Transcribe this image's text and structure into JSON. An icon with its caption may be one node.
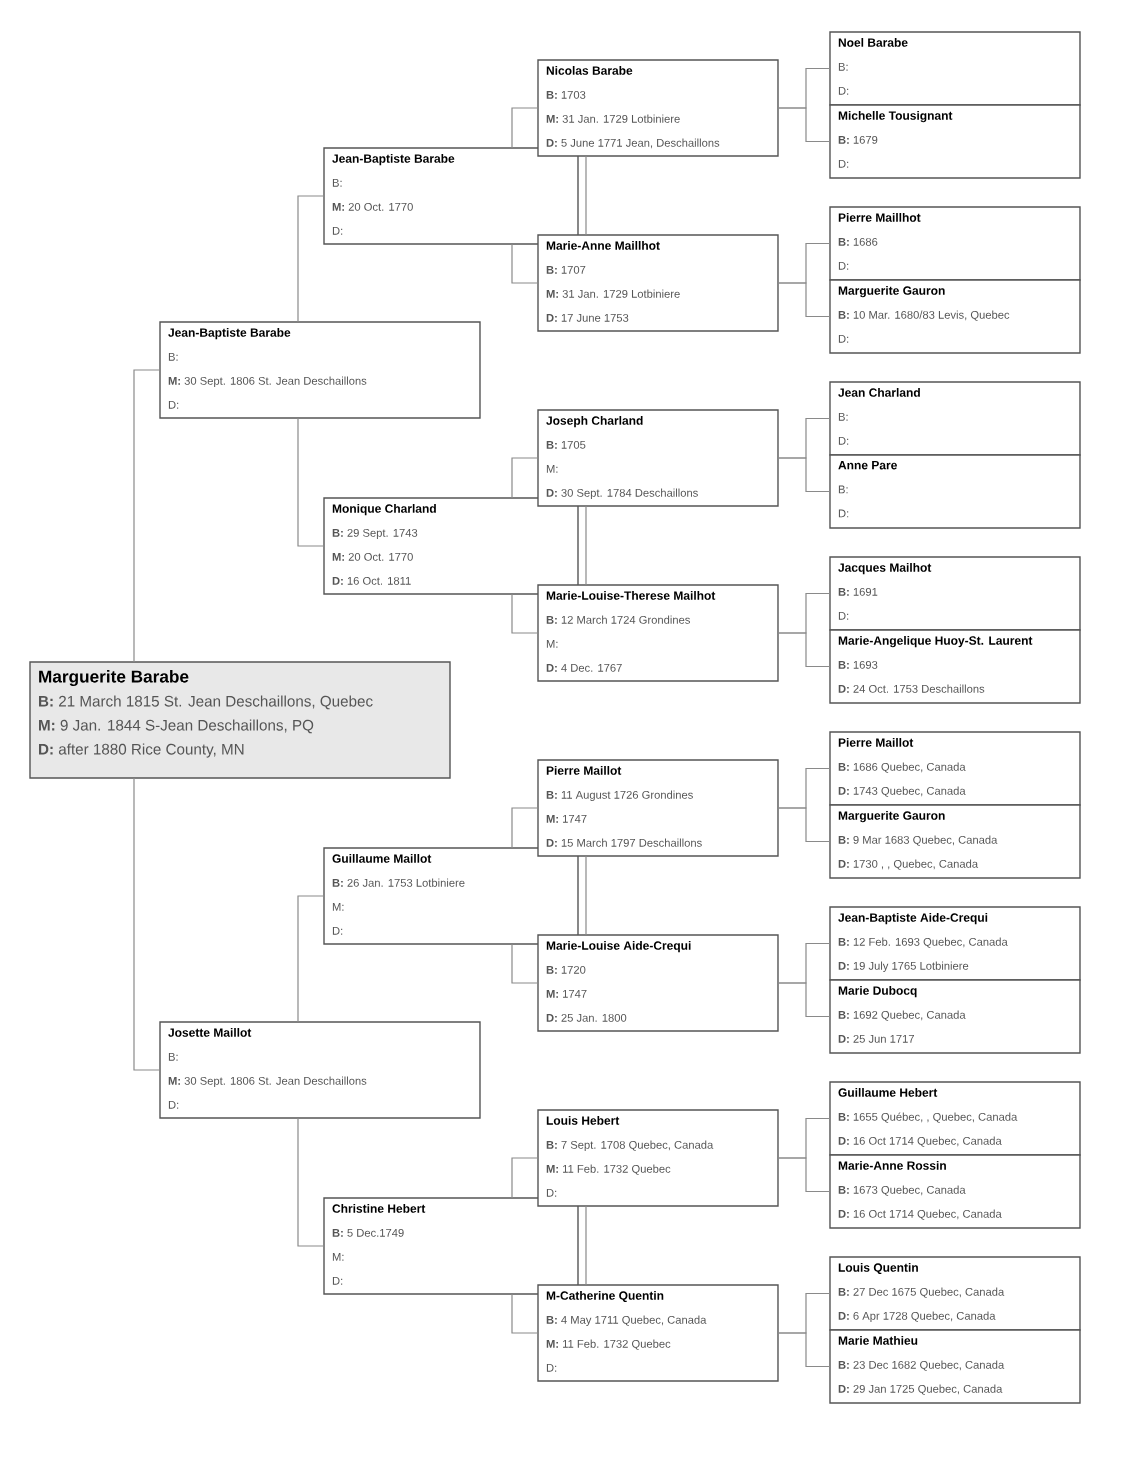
{
  "diagram": {
    "nodes": [
      {
        "text": [
          "Marguerite Barabe",
          "**B:** 21 March 1815 St. Jean Deschaillons, Quebec",
          "**M:** 9 Jan. 1844 S-Jean Deschaillons, PQ",
          "**D:** after 1880 Rice County, MN"
        ]
      },
      {
        "text": [
          "Jean-Baptiste Barabe",
          "B:",
          "**M:** 30 Sept. 1806 St. Jean Deschaillons",
          "D:"
        ]
      },
      {
        "text": [
          "Jean-Baptiste Barabe",
          "B:",
          "**M:** 20 Oct. 1770",
          "D:"
        ]
      },
      {
        "text": [
          "Nicolas Barabe",
          "**B:** 1703",
          "**M:** 31 Jan. 1729 Lotbiniere",
          "**D:** 5 June 1771 Jean, Deschaillons"
        ]
      },
      {
        "text": [
          "Noel Barabe",
          "B:",
          "D:"
        ]
      },
      {
        "text": [
          "Michelle Tousignant",
          "**B:** 1679",
          "D:"
        ]
      },
      {
        "text": [
          "Marie-Anne Maillhot",
          "**B:** 1707",
          "**M:** 31 Jan. 1729 Lotbiniere",
          "**D:** 17 June 1753"
        ]
      },
      {
        "text": [
          "Pierre Maillhot",
          "**B:** 1686",
          "D:"
        ]
      },
      {
        "text": [
          "Marguerite Gauron",
          "**B:** 10 Mar. 1680/83 Levis, Quebec",
          "D:"
        ]
      },
      {
        "text": [
          "Monique Charland",
          "**B:** 29 Sept. 1743",
          "**M:** 20 Oct. 1770",
          "**D:** 16 Oct. 1811"
        ]
      },
      {
        "text": [
          "Joseph Charland",
          "**B:** 1705",
          "M:",
          "**D:** 30 Sept. 1784 Deschaillons"
        ]
      },
      {
        "text": [
          "Jean Charland",
          "B:",
          "D:"
        ]
      },
      {
        "text": [
          "Anne Pare",
          "B:",
          "D:"
        ]
      },
      {
        "text": [
          "Marie-Louise-Therese Mailhot",
          "**B:** 12 March 1724 Grondines",
          "M:",
          "**D:** 4 Dec. 1767"
        ]
      },
      {
        "text": [
          "Jacques Mailhot",
          "**B:** 1691",
          "D:"
        ]
      },
      {
        "text": [
          "Marie-Angelique Huoy-St. Laurent",
          "**B:** 1693",
          "**D:** 24 Oct. 1753 Deschaillons"
        ]
      },
      {
        "text": [
          "Josette Maillot",
          "B:",
          "**M:** 30 Sept. 1806 St. Jean Deschaillons",
          "D:"
        ]
      },
      {
        "text": [
          "Guillaume Maillot",
          "**B:** 26 Jan. 1753 Lotbiniere",
          "M:",
          "D:"
        ]
      },
      {
        "text": [
          "Pierre Maillot",
          "**B:** 11 August 1726 Grondines",
          "**M:** 1747",
          "**D:** 15 March 1797 Deschaillons"
        ]
      },
      {
        "text": [
          "Pierre Maillot",
          "**B:** 1686 Quebec, Canada",
          "**D:** 1743 Quebec, Canada"
        ]
      },
      {
        "text": [
          "Marguerite Gauron",
          "**B:** 9 Mar 1683 Quebec, Canada",
          "**D:** 1730 , , Quebec, Canada"
        ]
      },
      {
        "text": [
          "Marie-Louise Aide-Crequi",
          "**B:** 1720",
          "**M:** 1747",
          "**D:** 25 Jan. 1800"
        ]
      },
      {
        "text": [
          "Jean-Baptiste Aide-Crequi",
          "**B:** 12 Feb. 1693 Quebec, Canada",
          "**D:** 19 July 1765 Lotbiniere"
        ]
      },
      {
        "text": [
          "Marie Dubocq",
          "**B:** 1692 Quebec, Canada",
          "**D:** 25 Jun 1717"
        ]
      },
      {
        "text": [
          "Christine Hebert",
          "**B:** 5 Dec.1749",
          "M:",
          "D:"
        ]
      },
      {
        "text": [
          "Louis Hebert",
          "**B:** 7 Sept. 1708 Quebec, Canada",
          "**M:** 11 Feb. 1732 Quebec",
          "D:"
        ]
      },
      {
        "text": [
          "Guillaume Hebert",
          "**B:** 1655 Québec, , Quebec, Canada",
          "**D:** 16 Oct 1714 Quebec, Canada"
        ]
      },
      {
        "text": [
          "Marie-Anne Rossin",
          "**B:** 1673 Quebec, Canada",
          "**D:** 16 Oct 1714 Quebec, Canada"
        ]
      },
      {
        "text": [
          "M-Catherine Quentin",
          "**B:** 4 May 1711 Quebec, Canada",
          "**M:** 11 Feb. 1732 Quebec",
          "D:"
        ]
      },
      {
        "text": [
          "Louis Quentin",
          "**B:** 27 Dec 1675 Quebec, Canada",
          "**D:** 6 Apr 1728 Quebec, Canada"
        ]
      },
      {
        "text": [
          "Marie Mathieu",
          "**B:** 23 Dec 1682 Quebec, Canada",
          "**D:** 29 Jan 1725 Quebec, Canada"
        ]
      }
    ],
    "edges": [
      {
        "from": 0,
        "to": 1,
        "arrow": "none"
      },
      {
        "from": 0,
        "to": 16,
        "arrow": "none"
      },
      {
        "from": 1,
        "to": 2,
        "arrow": "none"
      },
      {
        "from": 1,
        "to": 9,
        "arrow": "none"
      },
      {
        "from": 16,
        "to": 17,
        "arrow": "none"
      },
      {
        "from": 16,
        "to": 24,
        "arrow": "none"
      },
      {
        "from": 2,
        "to": 3,
        "arrow": "none"
      },
      {
        "from": 2,
        "to": 6,
        "arrow": "none"
      },
      {
        "from": 9,
        "to": 10,
        "arrow": "none"
      },
      {
        "from": 9,
        "to": 13,
        "arrow": "none"
      },
      {
        "from": 17,
        "to": 18,
        "arrow": "none"
      },
      {
        "from": 17,
        "to": 21,
        "arrow": "none"
      },
      {
        "from": 24,
        "to": 25,
        "arrow": "none"
      },
      {
        "from": 24,
        "to": 28,
        "arrow": "none"
      },
      {
        "from": 3,
        "to": 6,
        "arrow": "none"
      },
      {
        "from": 10,
        "to": 13,
        "arrow": "none"
      },
      {
        "from": 18,
        "to": 21,
        "arrow": "none"
      },
      {
        "from": 25,
        "to": 28,
        "arrow": "none"
      },
      {
        "from": 3,
        "to": 4,
        "arrow": "none"
      },
      {
        "from": 3,
        "to": 5,
        "arrow": "none"
      },
      {
        "from": 6,
        "to": 7,
        "arrow": "none"
      },
      {
        "from": 6,
        "to": 8,
        "arrow": "none"
      },
      {
        "from": 10,
        "to": 11,
        "arrow": "none"
      },
      {
        "from": 10,
        "to": 12,
        "arrow": "none"
      },
      {
        "from": 13,
        "to": 14,
        "arrow": "none"
      },
      {
        "from": 13,
        "to": 15,
        "arrow": "none"
      },
      {
        "from": 18,
        "to": 19,
        "arrow": "none"
      },
      {
        "from": 18,
        "to": 20,
        "arrow": "none"
      },
      {
        "from": 21,
        "to": 22,
        "arrow": "none"
      },
      {
        "from": 21,
        "to": 23,
        "arrow": "none"
      },
      {
        "from": 25,
        "to": 26,
        "arrow": "none"
      },
      {
        "from": 25,
        "to": 27,
        "arrow": "none"
      },
      {
        "from": 28,
        "to": 29,
        "arrow": "none"
      },
      {
        "from": 28,
        "to": 30,
        "arrow": "none"
      }
    ]
  }
}
